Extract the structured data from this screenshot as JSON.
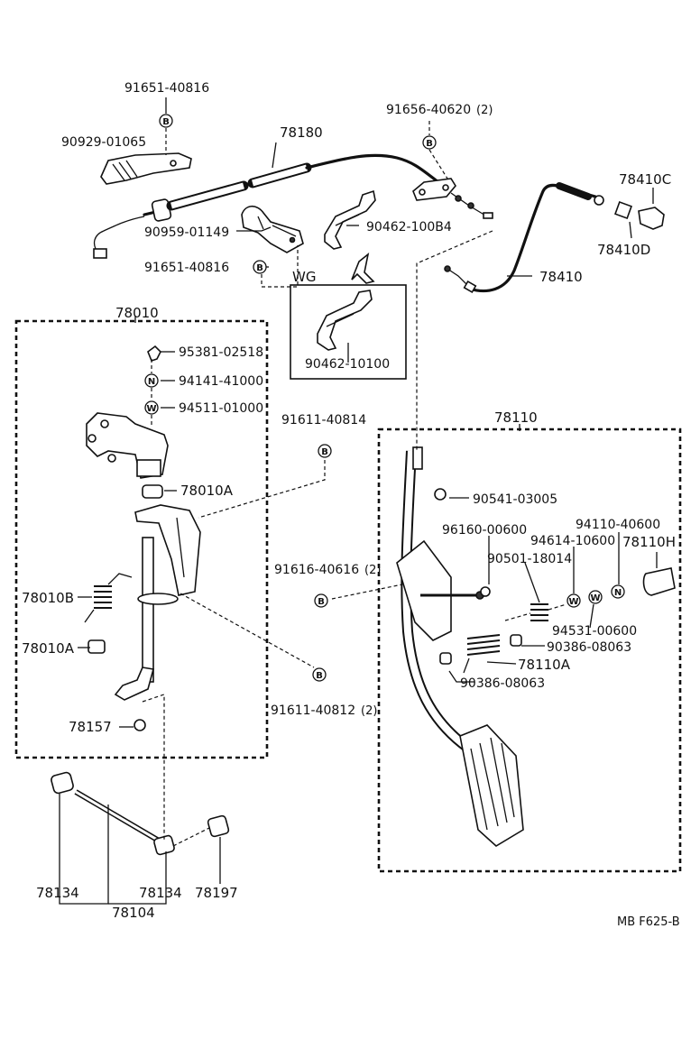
{
  "labels": {
    "p_91651_40816_top": "91651-40816",
    "p_90929_01065": "90929-01065",
    "p_78180": "78180",
    "p_91656_40620": "91656-40620",
    "p_91656_40620_qty": "(2)",
    "p_78410C": "78410C",
    "p_78410D": "78410D",
    "p_90959_01149": "90959-01149",
    "p_90462_100B4": "90462-100B4",
    "p_91651_40816_mid": "91651-40816",
    "p_WG": "WG",
    "p_78410": "78410",
    "p_90462_10100": "90462-10100",
    "p_78010": "78010",
    "p_95381_02518": "95381-02518",
    "p_94141_41000": "94141-41000",
    "p_94511_01000": "94511-01000",
    "p_91611_40814": "91611-40814",
    "p_78110": "78110",
    "p_78010A_top": "78010A",
    "p_90541_03005": "90541-03005",
    "p_96160_00600": "96160-00600",
    "p_94110_40600": "94110-40600",
    "p_94614_10600": "94614-10600",
    "p_78110H": "78110H",
    "p_90501_18014": "90501-18014",
    "p_91616_40616": "91616-40616",
    "p_91616_40616_qty": "(2)",
    "p_78010B": "78010B",
    "p_94531_00600": "94531-00600",
    "p_90386_08063_a": "90386-08063",
    "p_78010A_bot": "78010A",
    "p_78110A": "78110A",
    "p_90386_08063_b": "90386-08063",
    "p_91611_40812": "91611-40812",
    "p_91611_40812_qty": "(2)",
    "p_78157": "78157",
    "p_78134_a": "78134",
    "p_78134_b": "78134",
    "p_78197": "78197",
    "p_78104": "78104",
    "ref_code": "MB F625-B"
  },
  "symbols": {
    "b": "B",
    "n": "N",
    "w": "W"
  },
  "colors": {
    "ink": "#111111",
    "paper": "#ffffff"
  }
}
